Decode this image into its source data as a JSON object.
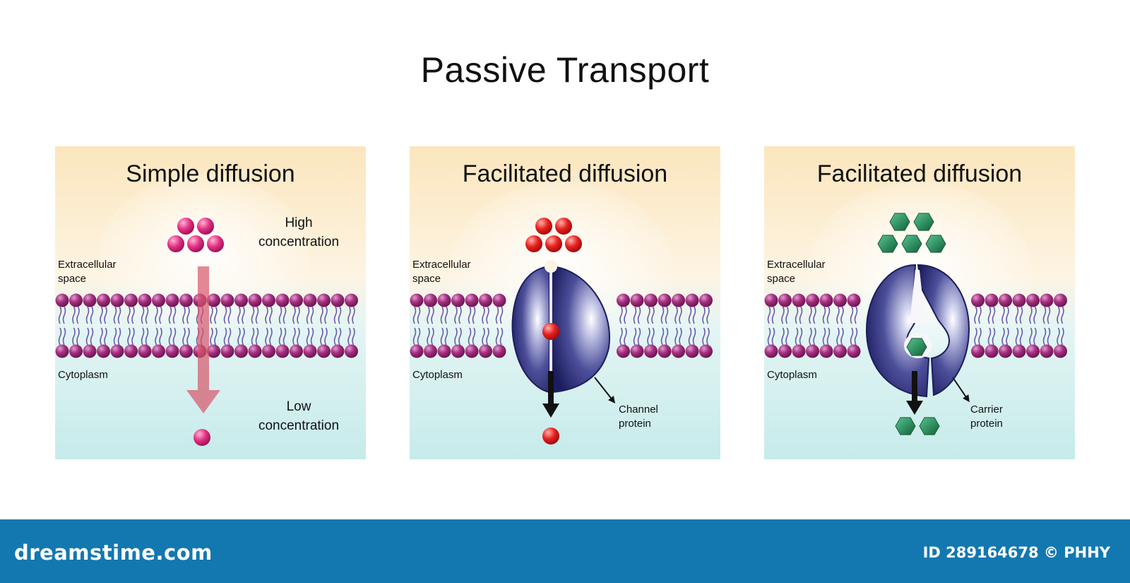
{
  "title": "Passive Transport",
  "panels": [
    {
      "title": "Simple diffusion",
      "extracellular_label": [
        "Extracellular",
        "space"
      ],
      "cytoplasm_label": "Cytoplasm",
      "high_label": [
        "High",
        "concentration"
      ],
      "low_label": [
        "Low",
        "concentration"
      ],
      "molecule": "pink-sphere"
    },
    {
      "title": "Facilitated diffusion",
      "extracellular_label": [
        "Extracellular",
        "space"
      ],
      "cytoplasm_label": "Cytoplasm",
      "protein_label": [
        "Channel",
        "protein"
      ],
      "molecule": "red-sphere"
    },
    {
      "title": "Facilitated diffusion",
      "extracellular_label": [
        "Extracellular",
        "space"
      ],
      "cytoplasm_label": "Cytoplasm",
      "protein_label": [
        "Carrier",
        "protein"
      ],
      "molecule": "green-hexagon"
    }
  ],
  "colors": {
    "extracellular": "#fbe9c3",
    "cytoplasm": "#cdeeed",
    "phospholipid_head": "#a4307e",
    "pink_molecule": "#e23283",
    "red_molecule": "#e82020",
    "green_molecule": "#2b8a5b",
    "protein": "#2b2d78",
    "footer": "#1378b0"
  },
  "footer": {
    "brand": "dreamstime.com",
    "stock_id": "ID 289164678 © PHHY"
  }
}
